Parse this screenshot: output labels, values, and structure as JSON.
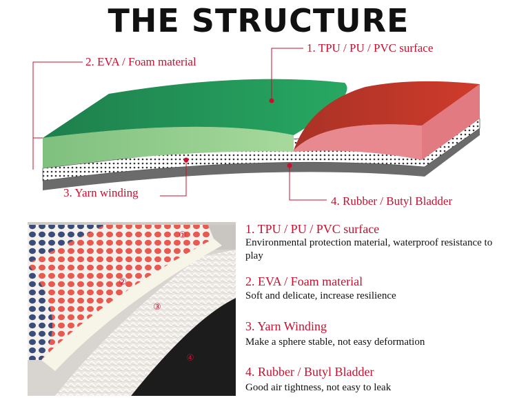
{
  "title": "THE STRUCTURE",
  "diagram_labels": {
    "surface": "1. TPU / PU / PVC surface",
    "foam": "2. EVA / Foam material",
    "yarn": "3. Yarn winding",
    "bladder": "4. Rubber / Butyl Bladder"
  },
  "photo_markers": [
    "①",
    "②",
    "③",
    "④"
  ],
  "layers": [
    {
      "title": "1. TPU / PU / PVC surface",
      "description": "Environmental protection material, waterproof resistance to play"
    },
    {
      "title": "2. EVA / Foam material",
      "description": "Soft and delicate, increase resilience"
    },
    {
      "title": "3. Yarn Winding",
      "description": "Make a sphere stable, not easy deformation"
    },
    {
      "title": "4. Rubber / Butyl Bladder",
      "description": "Good air tightness, not easy to leak"
    }
  ],
  "colors": {
    "accent_red": "#c8102e",
    "surface_green": "#22935a",
    "foam_green": "#8cc98a",
    "surface_red": "#c0392b",
    "foam_pink": "#e8888f",
    "bladder_gray": "#6b6b6b"
  }
}
